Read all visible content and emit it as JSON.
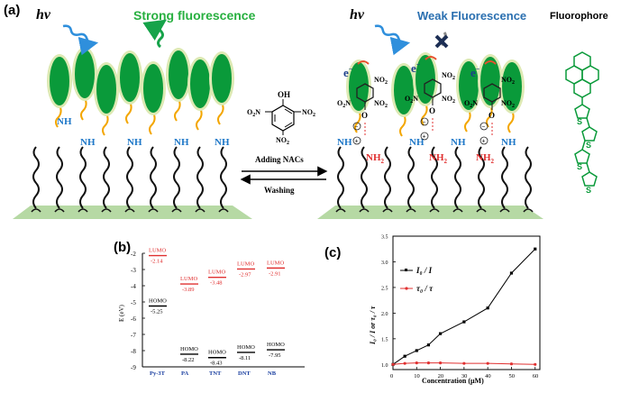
{
  "panel_a": {
    "label": "(a)",
    "hv_left": "hν",
    "hv_right": "hν",
    "strong_text": "Strong fluorescence",
    "weak_text": "Weak Fluorescence",
    "fluorophore_text": "Fluorophore",
    "nh_label": "NH",
    "nh2_label": "NH",
    "nh2_sub": "2",
    "adding_text": "Adding NACs",
    "washing_text": "Washing",
    "picric": {
      "oh": "OH",
      "no2": "NO",
      "no2_sub": "2",
      "o2n": "O",
      "o2n_sub": "2",
      "o2n_tail": "N"
    },
    "electron": "e",
    "minus": "−",
    "plus": "+",
    "o_minus": "O",
    "colors": {
      "fluorophore_green": "#0a9a3a",
      "nh_blue": "#1f78c8",
      "nh2_red": "#e03030",
      "substrate": "#b6d9a4",
      "glow": "#dde9b3",
      "strong_text": "#28b040",
      "weak_text": "#2a6fb0"
    }
  },
  "panel_b": {
    "label": "(b)",
    "ylabel": "E (eV)",
    "yticks": [
      "-2",
      "-3",
      "-4",
      "-5",
      "-6",
      "-7",
      "-8",
      "-9"
    ],
    "categories": [
      "Py-3T",
      "PA",
      "TNT",
      "DNT",
      "NB"
    ],
    "lumo_word": "LUMO",
    "homo_word": "HOMO",
    "lumo_values": [
      "-2.14",
      "-3.89",
      "-3.48",
      "-2.97",
      "-2.91"
    ],
    "homo_values": [
      "-5.25",
      "-8.22",
      "-8.43",
      "-8.11",
      "-7.95"
    ]
  },
  "panel_c": {
    "label": "(c)",
    "xlabel": "Concentration (μM)",
    "ylabel": "I₀ / I or τ₀ / τ",
    "xticks": [
      "0",
      "10",
      "20",
      "30",
      "40",
      "50",
      "60"
    ],
    "yticks": [
      "1.0",
      "1.5",
      "2.0",
      "2.5",
      "3.0",
      "3.5"
    ],
    "legend_i": "I₀ / I",
    "legend_t": "τ₀ / τ"
  },
  "chart_data": [
    {
      "type": "scatter",
      "title": "",
      "xlabel": "",
      "ylabel": "E (eV)",
      "categories": [
        "Py-3T",
        "PA",
        "TNT",
        "DNT",
        "NB"
      ],
      "series": [
        {
          "name": "LUMO",
          "values": [
            -2.14,
            -3.89,
            -3.48,
            -2.97,
            -2.91
          ]
        },
        {
          "name": "HOMO",
          "values": [
            -5.25,
            -8.22,
            -8.43,
            -8.11,
            -7.95
          ]
        }
      ],
      "ylim": [
        -9,
        -2
      ]
    },
    {
      "type": "line",
      "title": "",
      "xlabel": "Concentration (μM)",
      "ylabel": "I₀ / I or τ₀ / τ",
      "x": [
        0,
        5,
        10,
        15,
        20,
        30,
        40,
        50,
        60
      ],
      "series": [
        {
          "name": "I₀ / I",
          "values": [
            1.0,
            1.16,
            1.27,
            1.38,
            1.6,
            1.83,
            2.1,
            2.78,
            3.25
          ]
        },
        {
          "name": "τ₀ / τ",
          "values": [
            1.0,
            1.02,
            1.03,
            1.03,
            1.03,
            1.02,
            1.02,
            1.01,
            1.0
          ]
        }
      ],
      "xlim": [
        0,
        62
      ],
      "ylim": [
        0.9,
        3.5
      ],
      "legend": "top-left",
      "series_colors": [
        "#000000",
        "#e03030"
      ]
    }
  ]
}
